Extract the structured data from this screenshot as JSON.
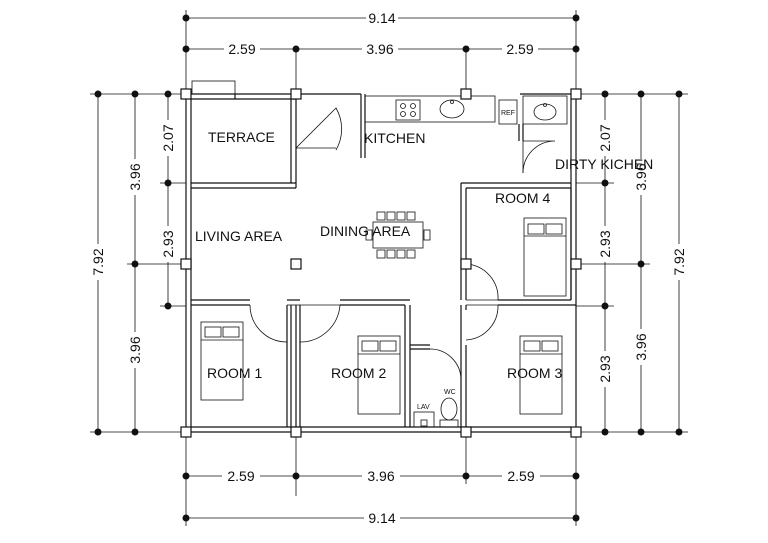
{
  "rooms": {
    "terrace": "TERRACE",
    "kitchen": "KITCHEN",
    "dirty_kitchen": "DIRTY KICHEN",
    "room4": "ROOM 4",
    "living": "LIVING AREA",
    "dining": "DINING AREA",
    "room1": "ROOM 1",
    "room2": "ROOM 2",
    "room3": "ROOM 3",
    "lav": "LAV",
    "wc": "WC",
    "ref": "REF"
  },
  "dimensions": {
    "top_total": "9.14",
    "top_seg1": "2.59",
    "top_seg2": "3.96",
    "top_seg3": "2.59",
    "bottom_seg1": "2.59",
    "bottom_seg2": "3.96",
    "bottom_seg3": "2.59",
    "bottom_total": "9.14",
    "left_total": "7.92",
    "left_outer_top": "3.96",
    "left_outer_bottom": "3.96",
    "left_inner_top": "2.07",
    "left_inner_mid": "2.93",
    "right_inner_top": "2.07",
    "right_inner_mid": "2.93",
    "right_inner_bottom": "2.93",
    "right_outer_top": "3.96",
    "right_outer_bottom": "3.96",
    "right_total": "7.92"
  }
}
